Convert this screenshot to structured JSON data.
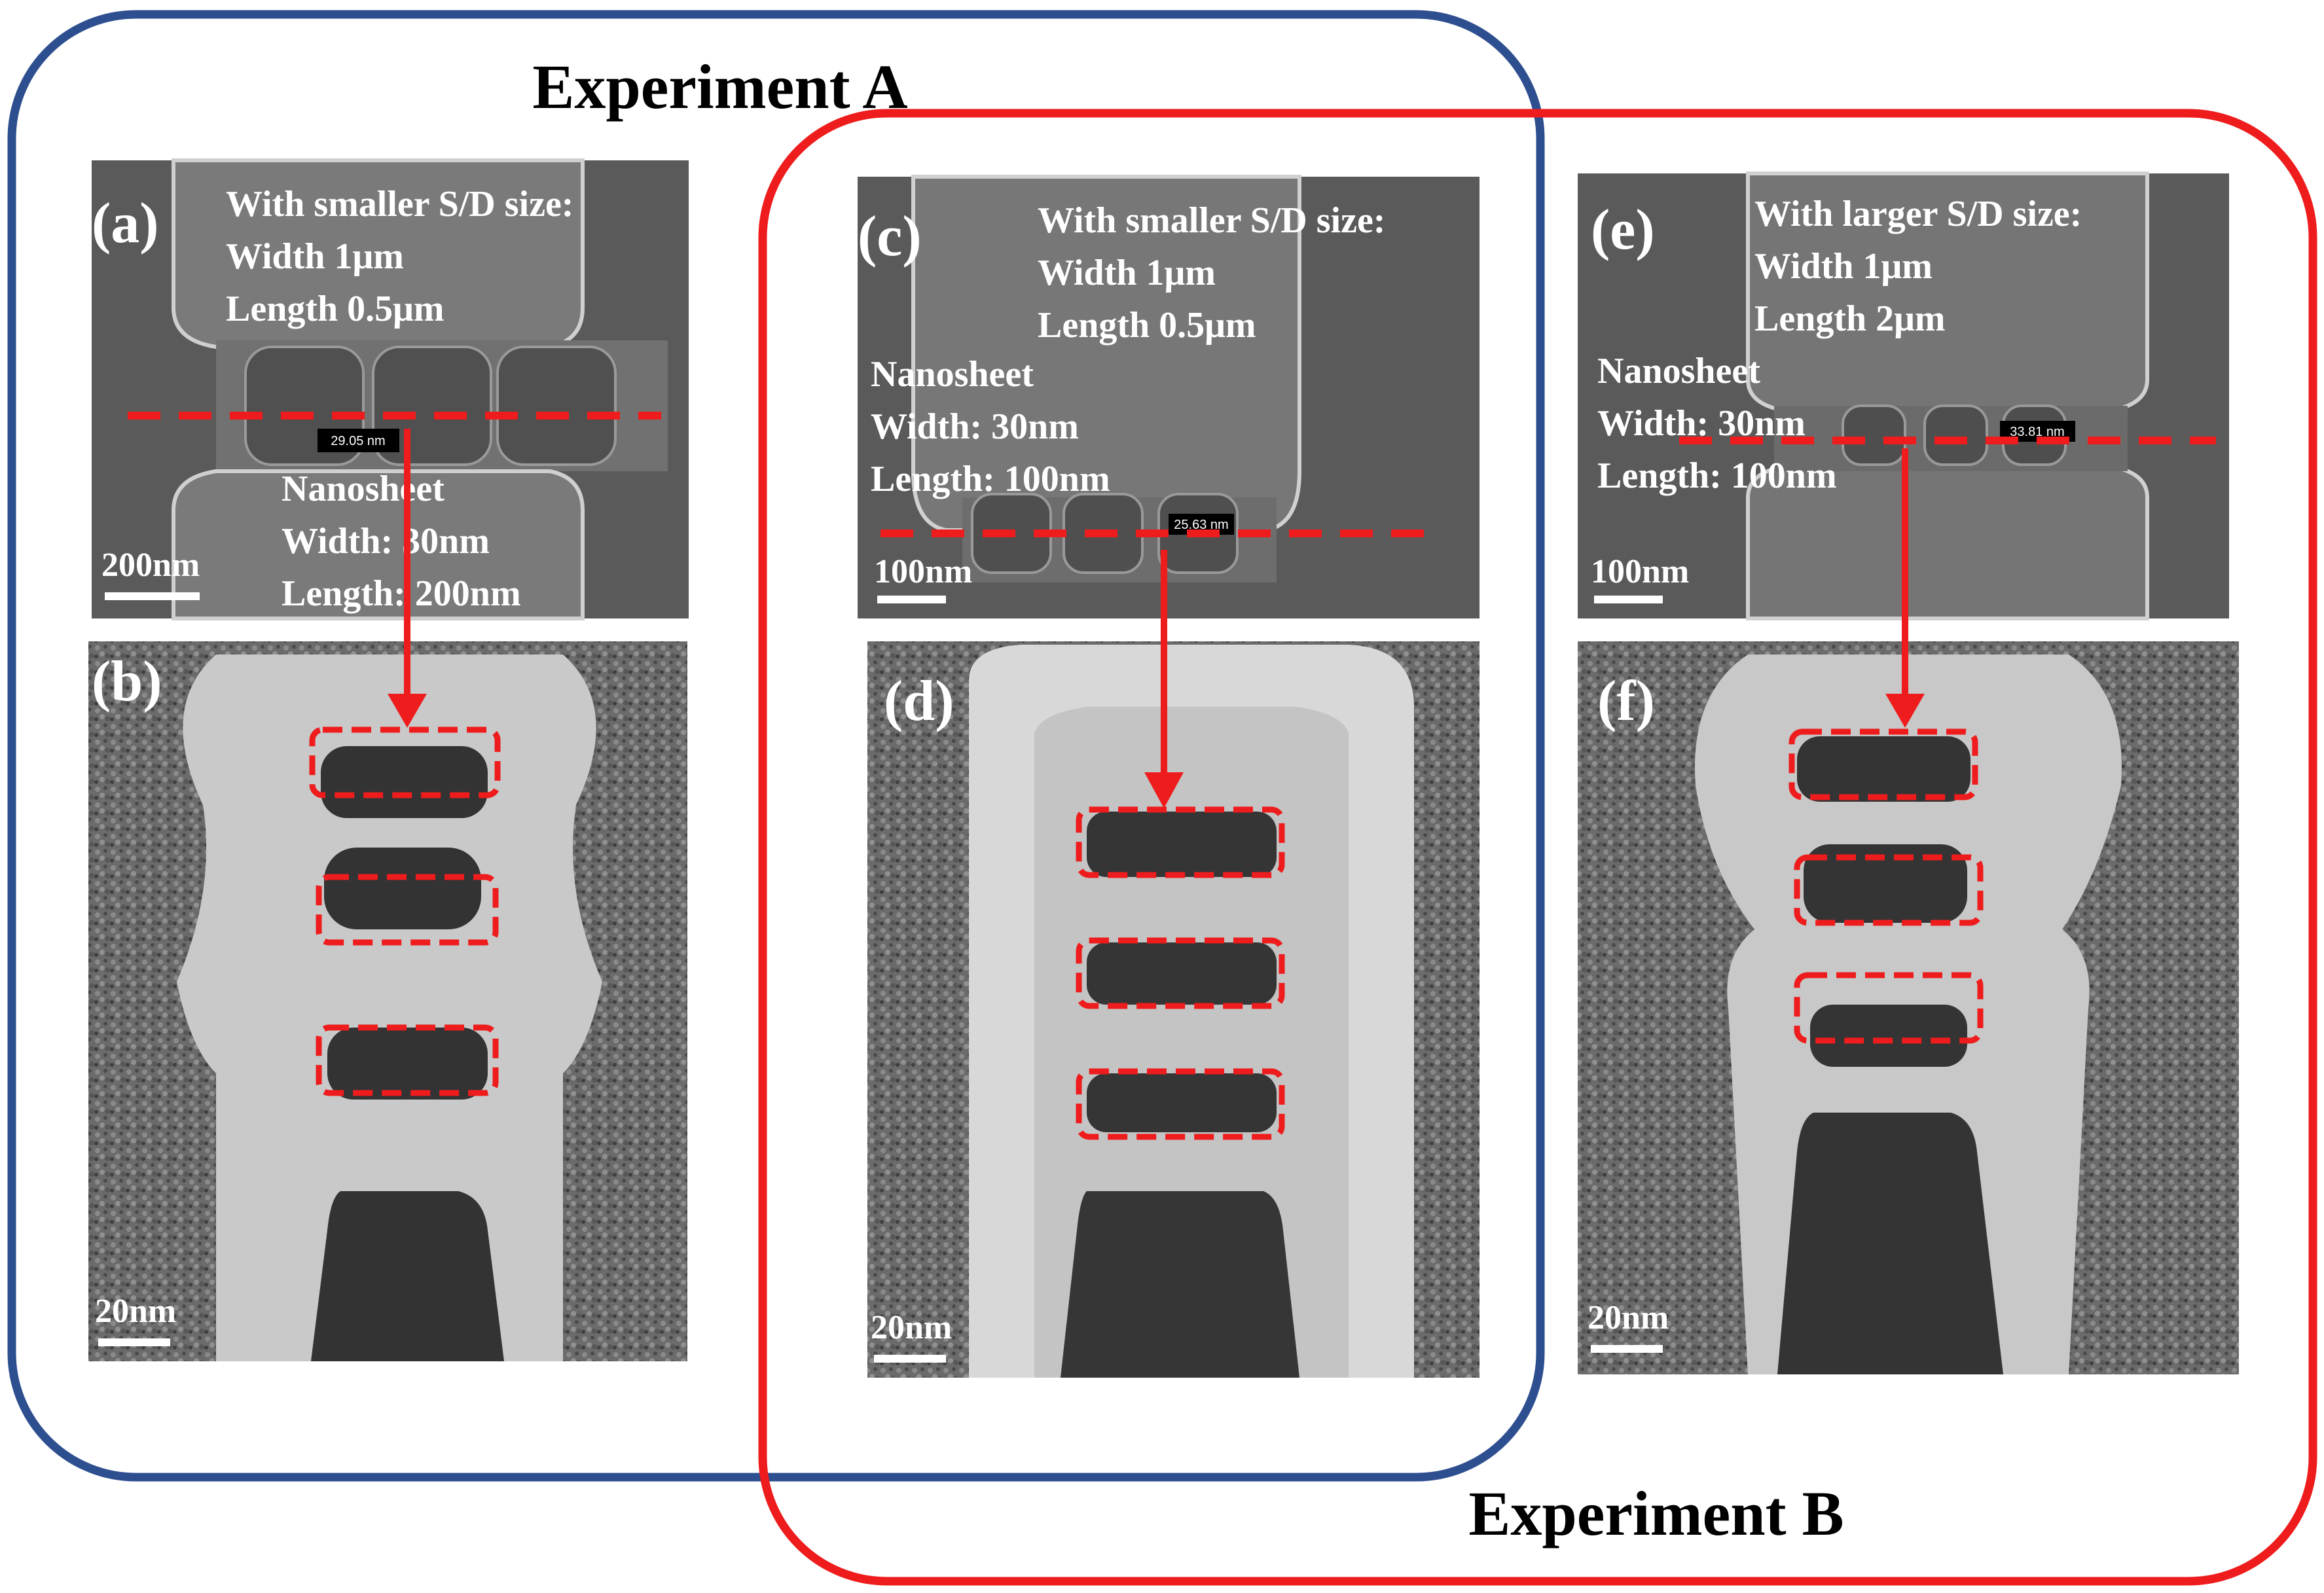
{
  "figure": {
    "experiment_a": {
      "title": "Experiment A",
      "color": "#2e4f8f"
    },
    "experiment_b": {
      "title": "Experiment B",
      "color": "#ee1c1c"
    },
    "panels": {
      "a": {
        "label": "(a)",
        "lines": [
          "With smaller S/D size:",
          "Width 1μm",
          "Length 0.5μm"
        ],
        "nanosheet_lines": [
          "Nanosheet",
          "Width: 30nm",
          "Length: 200nm"
        ],
        "measurement": "29.05 nm",
        "scale_bar": "200nm"
      },
      "b": {
        "label": "(b)",
        "scale_bar": "20nm"
      },
      "c": {
        "label": "(c)",
        "lines": [
          "With smaller S/D size:",
          "Width 1μm",
          "Length 0.5μm"
        ],
        "nanosheet_lines": [
          "Nanosheet",
          "Width: 30nm",
          "Length: 100nm"
        ],
        "measurement": "25.63 nm",
        "scale_bar": "100nm"
      },
      "d": {
        "label": "(d)",
        "scale_bar": "20nm"
      },
      "e": {
        "label": "(e)",
        "lines": [
          "With larger S/D size:",
          "Width 1μm",
          "Length 2μm"
        ],
        "nanosheet_lines": [
          "Nanosheet",
          "Width: 30nm",
          "Length: 100nm"
        ],
        "measurement": "33.81 nm",
        "scale_bar": "100nm"
      },
      "f": {
        "label": "(f)",
        "scale_bar": "20nm"
      }
    },
    "colors": {
      "sem_bg": "#5a5a5a",
      "sem_struct": "#6e6e6e",
      "tem_bg": "#6a6a6a",
      "tem_shell": "#bdbdbd",
      "tem_dark": "#333333",
      "annotation_red": "#ee1c1c"
    }
  }
}
